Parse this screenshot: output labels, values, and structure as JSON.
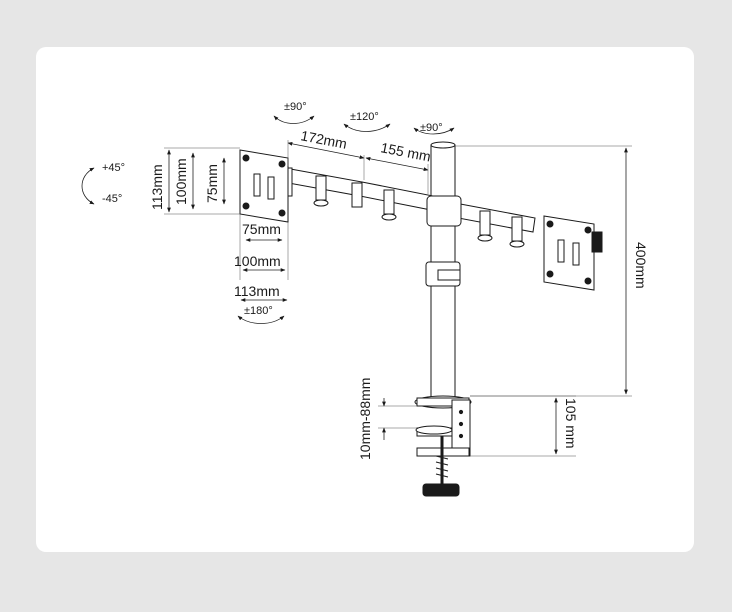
{
  "labels": {
    "rot_plus45": "+45°",
    "rot_minus45": "-45°",
    "rot_left_90": "±90°",
    "rot_mid_120": "±120°",
    "rot_right_90": "±90°",
    "rot_180": "±180°",
    "arm_172": "172mm",
    "arm_155": "155 mm",
    "vesa_v113": "113mm",
    "vesa_v100": "100mm",
    "vesa_v75": "75mm",
    "vesa_h75": "75mm",
    "vesa_h100": "100mm",
    "vesa_h113": "113mm",
    "pole_400": "400mm",
    "clamp_105": "105 mm",
    "desk_range": "10mm-88mm"
  },
  "colors": {
    "background": "#e6e6e6",
    "card": "#ffffff",
    "ink": "#1a1a1a"
  }
}
